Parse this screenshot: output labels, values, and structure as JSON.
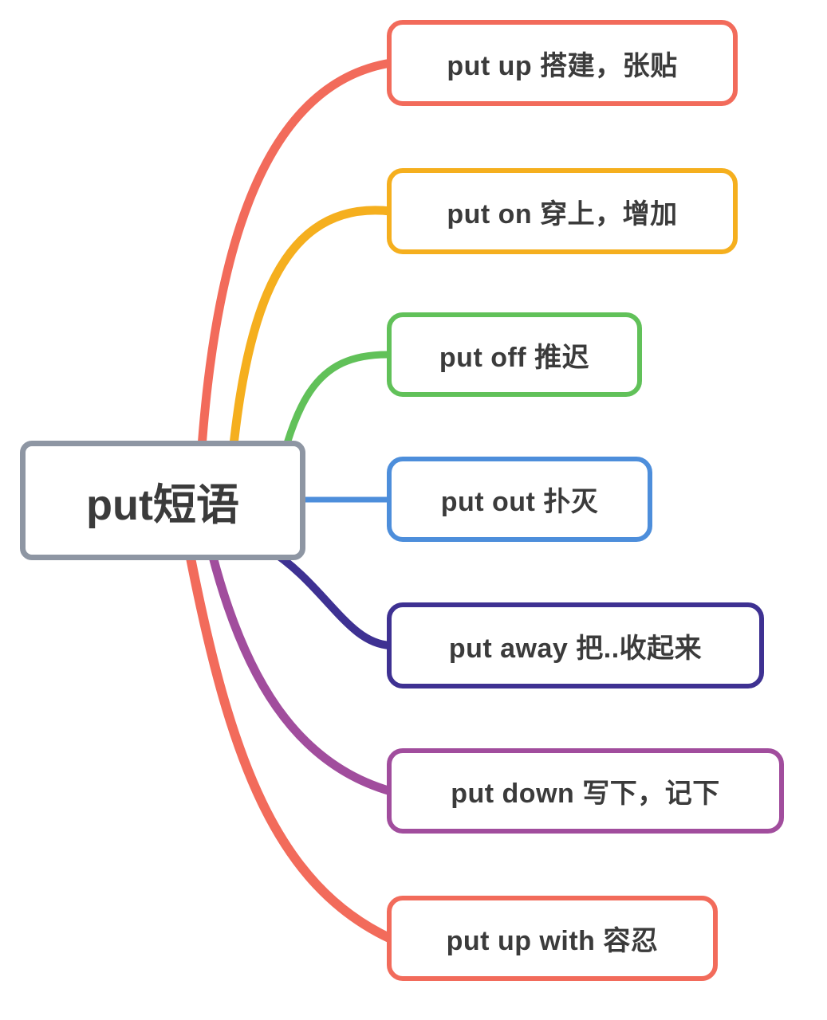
{
  "mindmap": {
    "root": {
      "label": "put短语",
      "border_color": "#8e96a3"
    },
    "children": [
      {
        "label": "put up 搭建，张贴",
        "color": "#f26b5b"
      },
      {
        "label": "put on 穿上，增加",
        "color": "#f5af1e"
      },
      {
        "label": "put off 推迟",
        "color": "#61c159"
      },
      {
        "label": "put out 扑灭",
        "color": "#4d8edb"
      },
      {
        "label": "put away 把..收起来",
        "color": "#3e3192"
      },
      {
        "label": "put down 写下，记下",
        "color": "#a14d9d"
      },
      {
        "label": "put up with 容忍",
        "color": "#f26b5b"
      }
    ],
    "text_color": "#3b3b3b",
    "background_color": "#ffffff"
  }
}
